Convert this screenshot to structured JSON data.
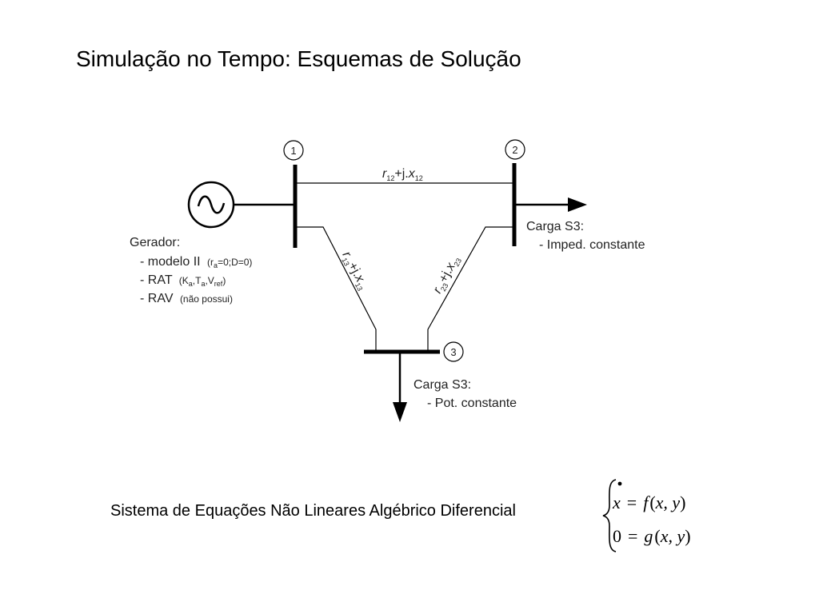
{
  "slide": {
    "title": "Simulação no Tempo: Esquemas de Solução",
    "caption": "Sistema de Equações Não Lineares Algébrico Diferencial"
  },
  "diagram": {
    "buses": [
      "1",
      "2",
      "3"
    ],
    "line_12": {
      "r": "r",
      "r_sub": "12",
      "plus_j": "+j.",
      "x": "x",
      "x_sub": "12"
    },
    "line_13": {
      "r": "r",
      "r_sub": "13",
      "plus_j": "+j.",
      "x": "x",
      "x_sub": "13"
    },
    "line_23": {
      "r": "r",
      "r_sub": "23",
      "plus_j": "+j.",
      "x": "x",
      "x_sub": "23"
    },
    "generator": {
      "title": "Gerador:",
      "model": "- modelo II",
      "model_params": {
        "open": "(r",
        "sub": "a",
        "rest": "=0;D=0)"
      },
      "rat": "- RAT",
      "rat_params": {
        "p1": "(K",
        "s1": "a",
        "p2": ",T",
        "s2": "a",
        "p3": ",V",
        "s3": "ref",
        "p4": ")"
      },
      "rav": "- RAV",
      "rav_params": "(não possui)"
    },
    "load_bus2": {
      "title": "Carga S3:",
      "detail": "- Imped. constante"
    },
    "load_bus3": {
      "title": "Carga S3:",
      "detail": "- Pot. constante"
    }
  },
  "equations": {
    "line1": {
      "lhs": "x",
      "eq": "=",
      "fn": "f",
      "open": "(",
      "args": "x, y",
      "close": ")"
    },
    "line2": {
      "lhs": "0",
      "eq": "=",
      "fn": "g",
      "open": "(",
      "args": "x, y",
      "close": ")"
    }
  }
}
